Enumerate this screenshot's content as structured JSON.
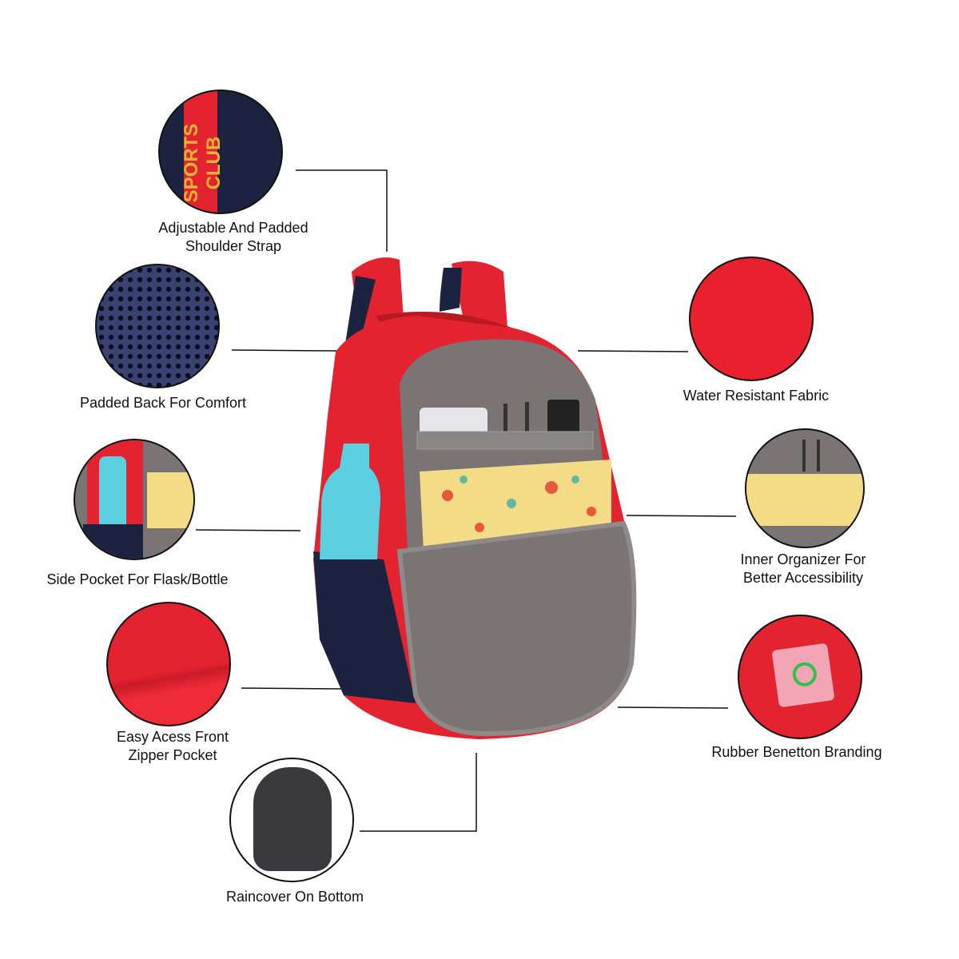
{
  "features": [
    {
      "id": "shoulder-strap",
      "lines": [
        "Adjustable And Padded",
        "Shoulder Strap"
      ],
      "strap_text": "SPORTS CLUB"
    },
    {
      "id": "padded-back",
      "lines": [
        "Padded Back For Comfort"
      ]
    },
    {
      "id": "side-pocket",
      "lines": [
        "Side Pocket For Flask/Bottle"
      ]
    },
    {
      "id": "front-pocket",
      "lines": [
        "Easy Acess Front",
        "Zipper Pocket"
      ]
    },
    {
      "id": "raincover",
      "lines": [
        "Raincover On Bottom"
      ]
    },
    {
      "id": "water-resistant",
      "lines": [
        "Water Resistant Fabric"
      ]
    },
    {
      "id": "inner-organizer",
      "lines": [
        "Inner Organizer For",
        "Better Accessibility"
      ]
    },
    {
      "id": "branding",
      "lines": [
        "Rubber Benetton Branding"
      ]
    }
  ],
  "colors": {
    "bag_red": "#e3232f",
    "navy": "#1c2340",
    "grey_lining": "#7a7474",
    "notebook_yellow": "#f4dc86",
    "bottle": "#5ccfe0",
    "logo_green": "#2ec44a"
  }
}
